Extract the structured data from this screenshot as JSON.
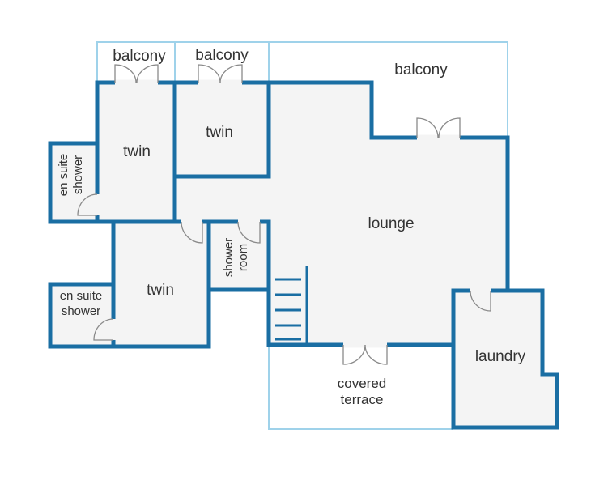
{
  "rooms": {
    "balcony_left": "balcony",
    "balcony_mid": "balcony",
    "balcony_right": "balcony",
    "twin_top_left": "twin",
    "twin_top_mid": "twin",
    "twin_bottom": "twin",
    "ensuite_top": "en suite shower",
    "ensuite_top_line1": "en suite",
    "ensuite_top_line2": "shower",
    "ensuite_bottom_line1": "en suite",
    "ensuite_bottom_line2": "shower",
    "shower_room_line1": "shower",
    "shower_room_line2": "room",
    "lounge": "lounge",
    "laundry": "laundry",
    "terrace_line1": "covered",
    "terrace_line2": "terrace"
  },
  "colors": {
    "wall": "#1a6ea3",
    "outline": "#9fd2ea",
    "floor": "#f4f4f4",
    "door": "#8a8a8a",
    "text": "#333333"
  }
}
